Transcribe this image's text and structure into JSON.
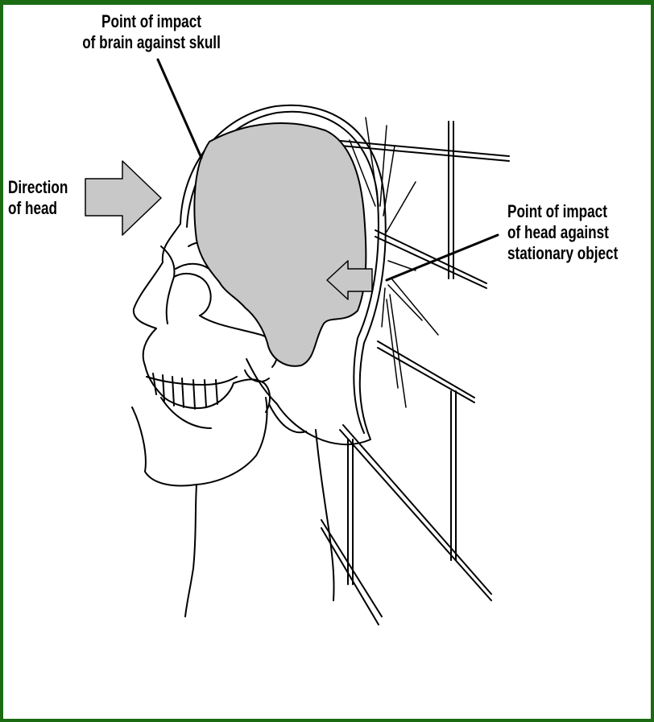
{
  "labels": {
    "brain_impact": [
      "Point of impact",
      "of brain against skull"
    ],
    "direction": [
      "Direction",
      "of head"
    ],
    "object_impact": [
      "Point of impact",
      "of head against",
      "stationary object"
    ]
  },
  "colors": {
    "frame": "#1a6b12",
    "brain": "#c8c8c8",
    "arrow": "#c8c8c8",
    "line": "#000000"
  }
}
